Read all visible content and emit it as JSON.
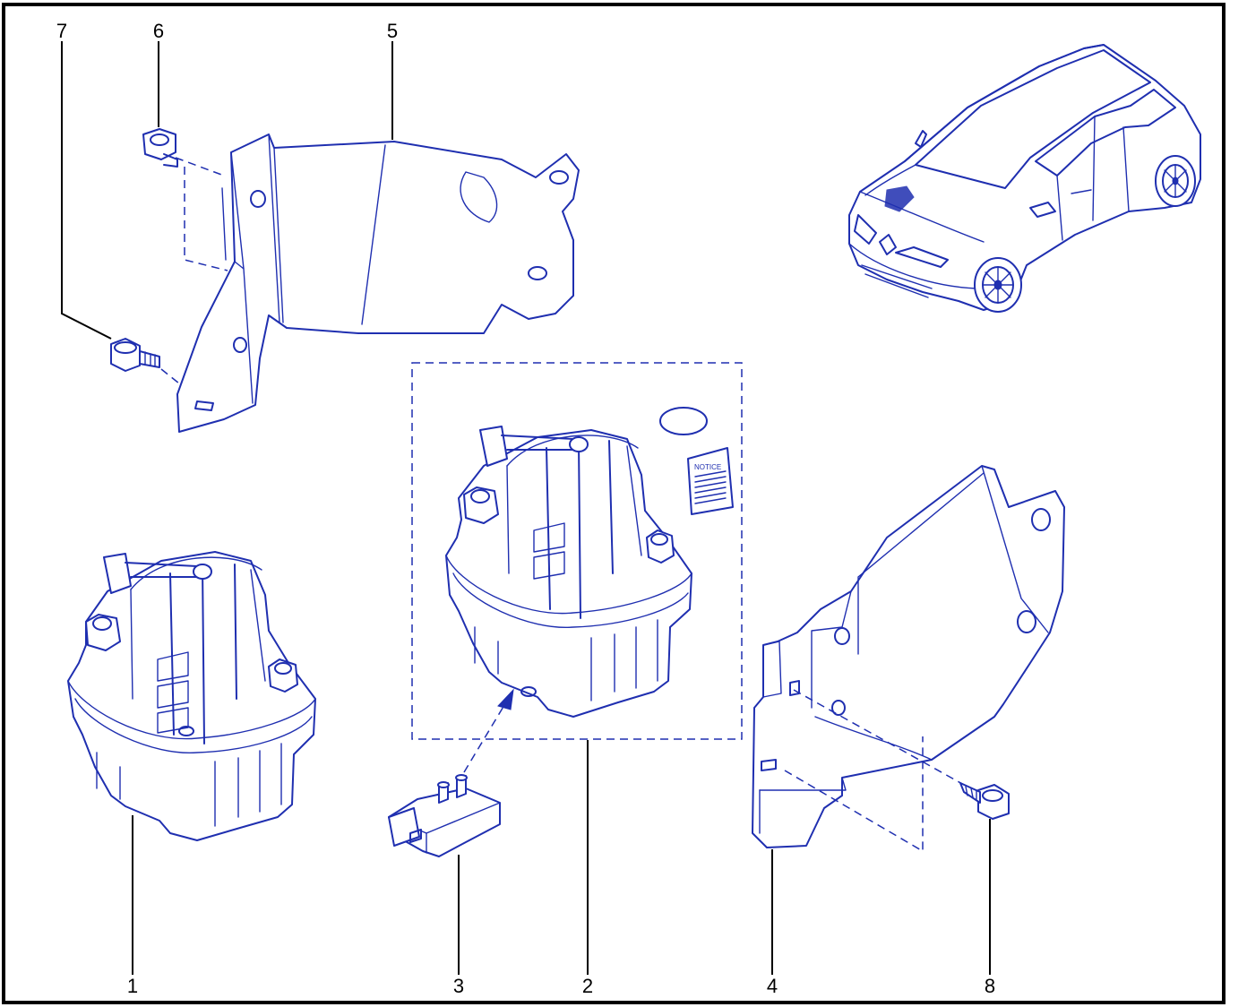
{
  "diagram": {
    "notice_text": "NOTICE",
    "callouts": [
      {
        "id": "1",
        "label": "1"
      },
      {
        "id": "2",
        "label": "2"
      },
      {
        "id": "3",
        "label": "3"
      },
      {
        "id": "4",
        "label": "4"
      },
      {
        "id": "5",
        "label": "5"
      },
      {
        "id": "6",
        "label": "6"
      },
      {
        "id": "7",
        "label": "7"
      },
      {
        "id": "8",
        "label": "8"
      }
    ]
  },
  "colors": {
    "line": "#1f2fb0",
    "border": "#000000",
    "background": "#ffffff"
  }
}
